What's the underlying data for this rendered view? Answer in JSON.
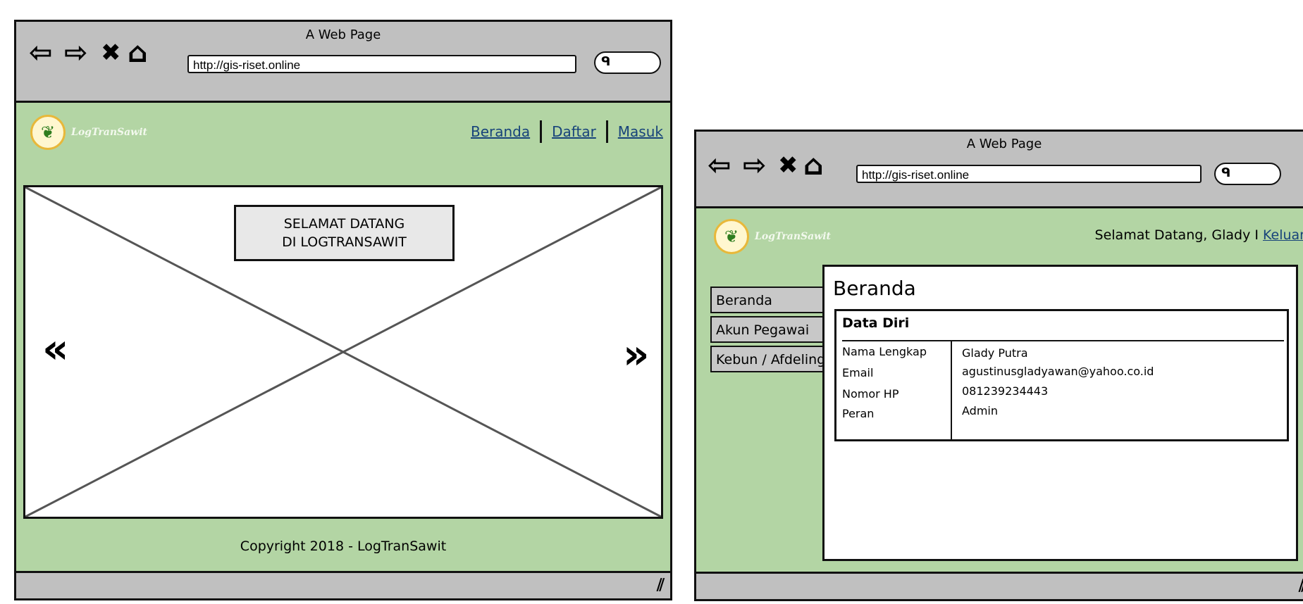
{
  "left_window": {
    "title": "A Web Page",
    "url": "http://gis-riset.online",
    "logo_text": "LogTranSawit",
    "nav": [
      "Beranda",
      "Daftar",
      "Masuk"
    ],
    "welcome_line1": "SELAMAT DATANG",
    "welcome_line2": "DI LOGTRANSAWIT",
    "prev_glyph": "«",
    "next_glyph": "»",
    "footer": "Copyright 2018 - LogTranSawit"
  },
  "right_window": {
    "title": "A Web Page",
    "url": "http://gis-riset.online",
    "logo_text": "LogTranSawit",
    "greeting": "Selamat Datang, Glady I",
    "logout": "Keluar",
    "menu": [
      "Beranda",
      "Akun Pegawai",
      "Kebun / Afdeling"
    ],
    "page_heading": "Beranda",
    "card_title": "Data Diri",
    "rows": [
      {
        "label": "Nama Lengkap",
        "value": "Glady Putra"
      },
      {
        "label": "Email",
        "value": "agustinusgladyawan@yahoo.co.id"
      },
      {
        "label": "Nomor HP",
        "value": "081239234443"
      },
      {
        "label": "Peran",
        "value": "Admin"
      }
    ]
  },
  "icons": [
    "back-arrow-icon",
    "forward-arrow-icon",
    "stop-icon",
    "home-icon",
    "search-icon",
    "resize-grip-icon",
    "palm-logo-icon"
  ],
  "colors": {
    "page_bg": "#b3d5a4",
    "chrome": "#c0c0c0",
    "link": "#17437a"
  }
}
